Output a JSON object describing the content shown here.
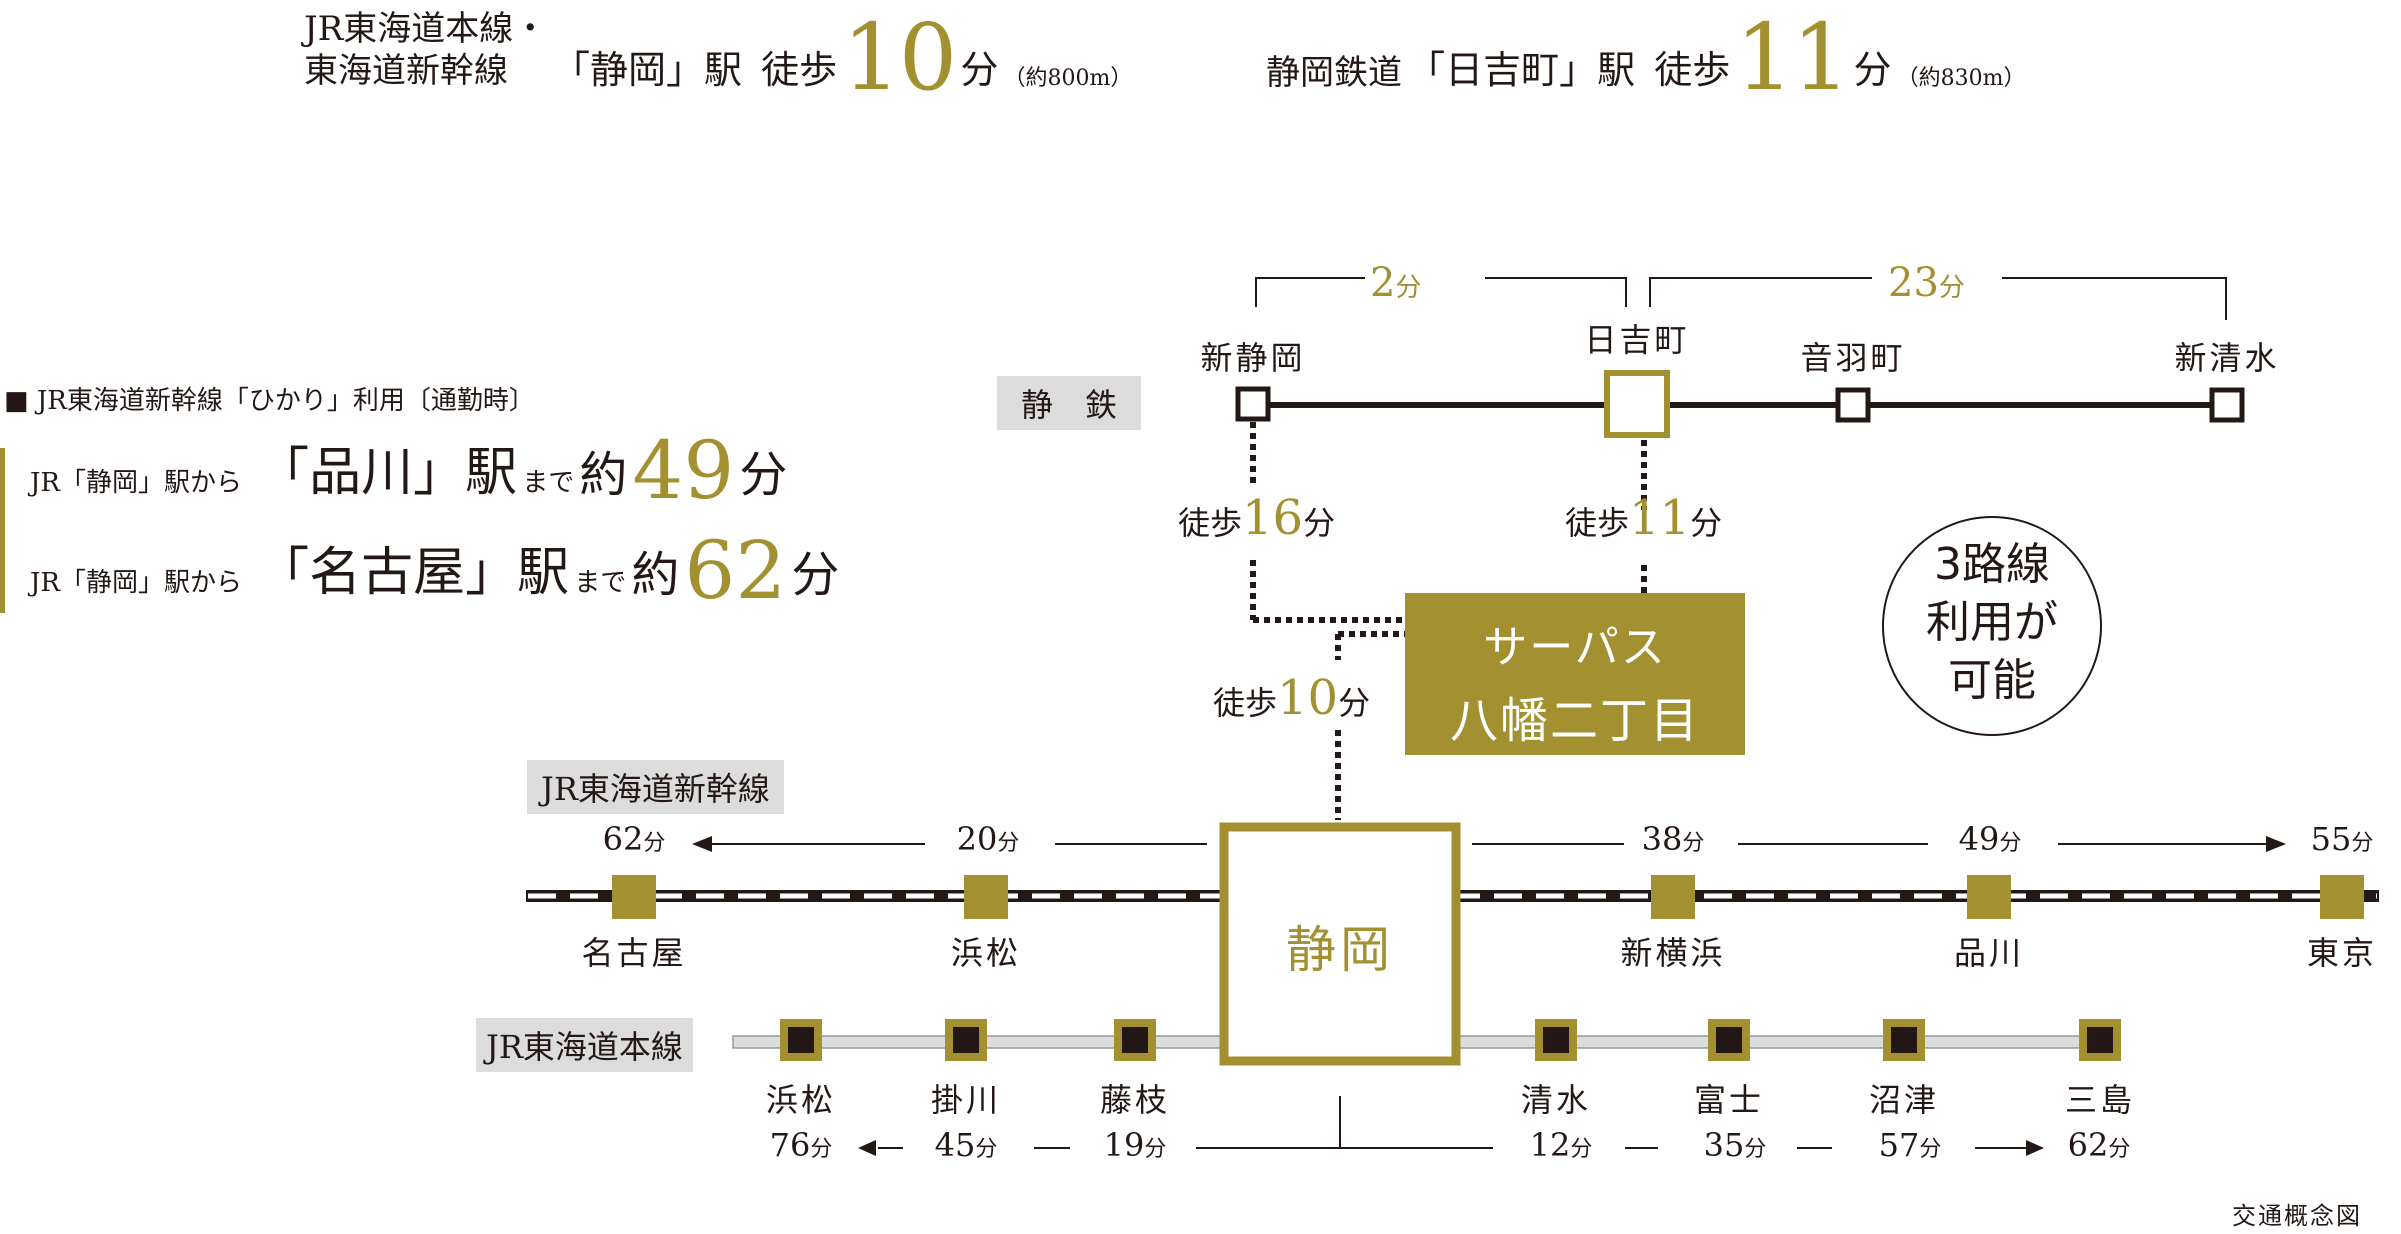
{
  "header": {
    "jr_line_1": "JR東海道本線・",
    "jr_line_2": "東海道新幹線",
    "jr_station": "「静岡」駅",
    "jr_walk": "徒歩",
    "jr_minutes": "10",
    "jr_unit": "分",
    "jr_distance": "（約800m）",
    "sz_line": "静岡鉄道",
    "sz_station": "「日吉町」駅",
    "sz_walk": "徒歩",
    "sz_minutes": "11",
    "sz_unit": "分",
    "sz_distance": "（約830m）"
  },
  "commute": {
    "heading": "■ JR東海道新幹線「ひかり」利用〔通勤時〕",
    "rows": [
      {
        "from": "JR「静岡」駅から",
        "dest": "「品川」駅",
        "suffix": "まで",
        "approx": "約",
        "minutes": "49",
        "unit": "分"
      },
      {
        "from": "JR「静岡」駅から",
        "dest": "「名古屋」駅",
        "suffix": "まで",
        "approx": "約",
        "minutes": "62",
        "unit": "分"
      }
    ]
  },
  "shizutetsu": {
    "label": "静　鉄",
    "stations": [
      "新静岡",
      "日吉町",
      "音羽町",
      "新清水"
    ],
    "span_left": {
      "n": "2",
      "u": "分"
    },
    "span_right": {
      "n": "23",
      "u": "分"
    },
    "walk_left": {
      "w": "徒歩",
      "n": "16",
      "u": "分"
    },
    "walk_right": {
      "w": "徒歩",
      "n": "11",
      "u": "分"
    }
  },
  "property": {
    "line1": "サーパス",
    "line2": "八幡二丁目"
  },
  "walk_shizuoka": {
    "w": "徒歩",
    "n": "10",
    "u": "分"
  },
  "badge": {
    "line1": "3路線",
    "line2": "利用が",
    "line3": "可能"
  },
  "shinkansen": {
    "label": "JR東海道新幹線",
    "stations": [
      "名古屋",
      "浜松",
      "新横浜",
      "品川",
      "東京"
    ],
    "times": [
      {
        "n": "62",
        "u": "分"
      },
      {
        "n": "20",
        "u": "分"
      },
      {
        "n": "38",
        "u": "分"
      },
      {
        "n": "49",
        "u": "分"
      },
      {
        "n": "55",
        "u": "分"
      }
    ]
  },
  "hub": {
    "name": "静岡"
  },
  "honsen": {
    "label": "JR東海道本線",
    "stations": [
      "浜松",
      "掛川",
      "藤枝",
      "清水",
      "富士",
      "沼津",
      "三島"
    ],
    "times": [
      {
        "n": "76",
        "u": "分"
      },
      {
        "n": "45",
        "u": "分"
      },
      {
        "n": "19",
        "u": "分"
      },
      {
        "n": "12",
        "u": "分"
      },
      {
        "n": "35",
        "u": "分"
      },
      {
        "n": "57",
        "u": "分"
      },
      {
        "n": "62",
        "u": "分"
      }
    ]
  },
  "caption": "交通概念図",
  "colors": {
    "gold": "#a39030",
    "dark": "#231815",
    "gray": "#dcdcdd"
  }
}
